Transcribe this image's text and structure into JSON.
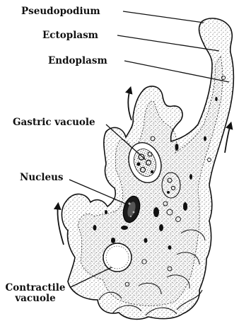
{
  "labels": {
    "pseudopodium": "Pseudopodium",
    "ectoplasm": "Ectoplasm",
    "endoplasm": "Endoplasm",
    "gastric_vacuole": "Gastric vacuole",
    "nucleus": "Nucleus",
    "contractile_line1": "Contractile",
    "contractile_line2": "vacuole"
  },
  "colors": {
    "ink": "#111111",
    "paper": "#ffffff",
    "stipple": "#333333"
  }
}
